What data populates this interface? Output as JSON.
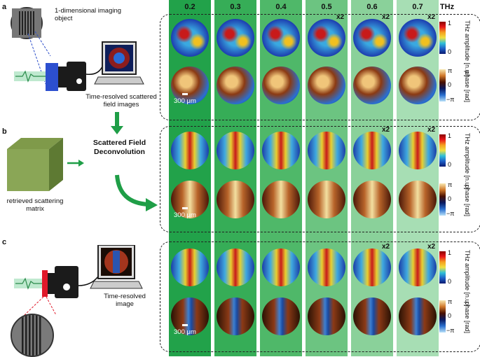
{
  "columns": [
    "0.2",
    "0.3",
    "0.4",
    "0.5",
    "0.6",
    "0.7"
  ],
  "unit_label": "THz",
  "column_colors": [
    "#22a24a",
    "#36ad57",
    "#4fb869",
    "#6cc481",
    "#8ad19a",
    "#a7deb4"
  ],
  "panels": [
    {
      "letter": "a",
      "object_label": "1-dimensional imaging object",
      "image_label": "Time-resolved scattered field images",
      "multipliers": [
        "",
        "",
        "",
        "x2",
        "x2",
        "x2"
      ],
      "scale_bar": "300 μm"
    },
    {
      "letter": "b",
      "matrix_label": "retrieved scattering matrix",
      "process_label": "Scattered Field Deconvolution",
      "multipliers": [
        "",
        "",
        "",
        "",
        "x2",
        "x2"
      ],
      "scale_bar": "300 μm"
    },
    {
      "letter": "c",
      "image_label": "Time-resolved image",
      "multipliers": [
        "",
        "",
        "",
        "",
        "x2",
        "x2"
      ],
      "scale_bar": "300 μm"
    }
  ],
  "colorbars": {
    "amplitude": {
      "max": "1",
      "min": "0",
      "label": "THz amplitude [n.u.]"
    },
    "phase": {
      "max": "π",
      "mid": "0",
      "min": "−π",
      "label": "phase [rad]"
    }
  }
}
